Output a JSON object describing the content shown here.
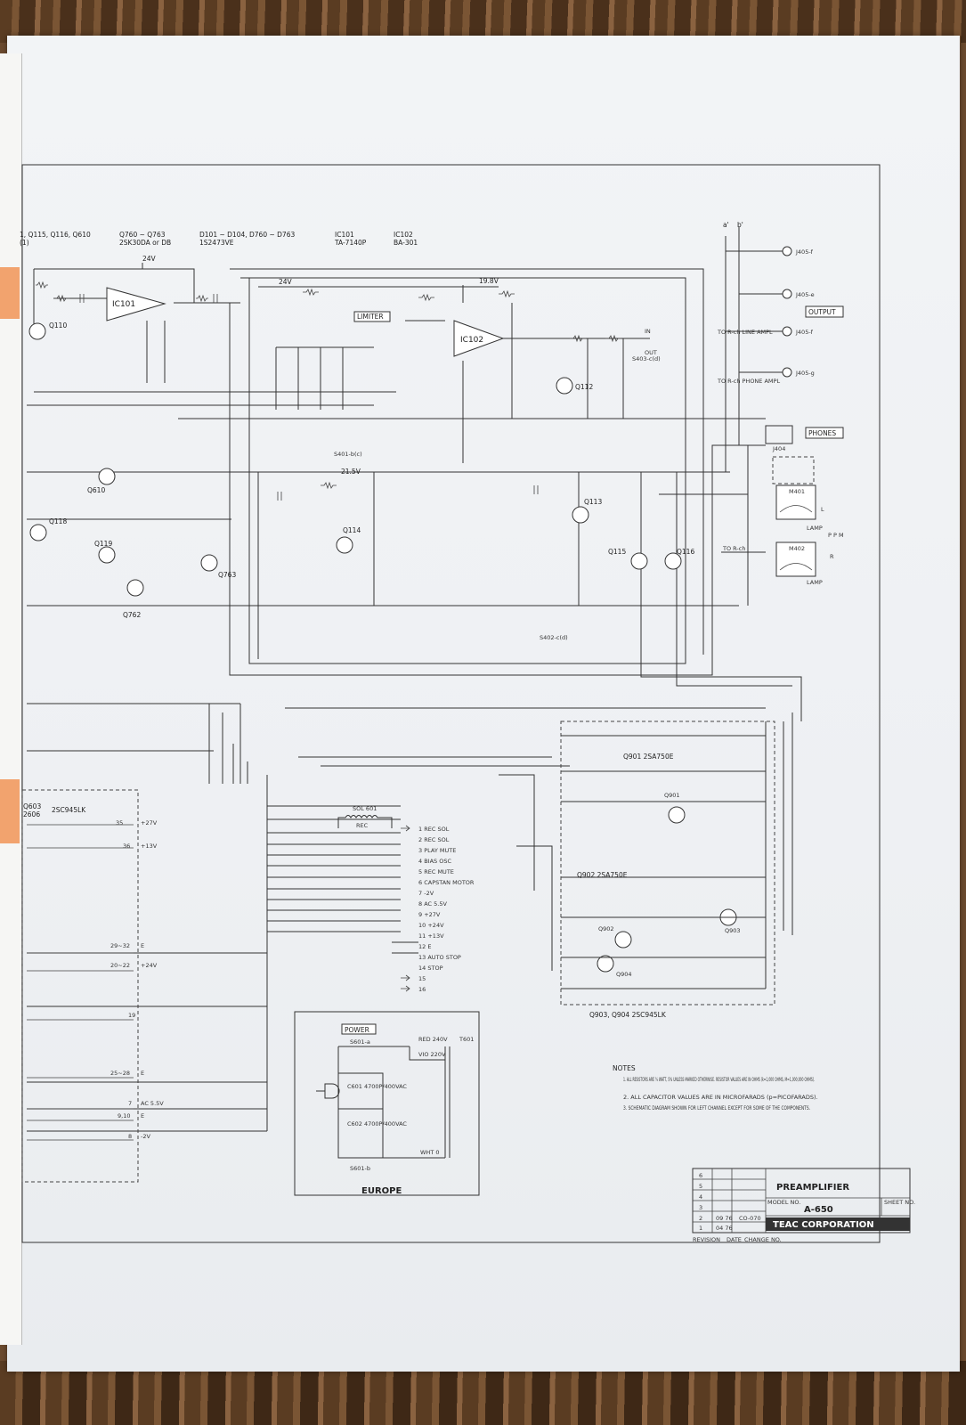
{
  "header": {
    "transistors_a": "1, Q115, Q116, Q610",
    "transistors_a_sub": "(1)",
    "transistors_b": "Q760 ~ Q763",
    "transistors_b_sub": "2SK30DA or DB",
    "diodes": "D101 ~ D104, D760 ~ D763",
    "diodes_sub": "1S2473VE",
    "ic101": "IC101",
    "ic101_sub": "TA-7140P",
    "ic102": "IC102",
    "ic102_sub": "BA-301"
  },
  "labels": {
    "limiter": "LIMITER",
    "output": "OUTPUT",
    "phones": "PHONES",
    "power": "POWER",
    "europe": "EUROPE",
    "to_rch_line": "TO R-ch LINE AMPL",
    "to_rch_phone": "TO R-ch PHONE AMPL",
    "to_rch": "TO R-ch",
    "ppm": "P P M",
    "lamp1": "LAMP",
    "lamp2": "LAMP",
    "m401": "M401",
    "m402": "M402",
    "j404": "J404",
    "q901_type": "Q901  2SA750E",
    "q902_type": "Q902  2SA750E",
    "q903_type": "Q903, Q904  2SC945LK",
    "q603_type": "2SC945LK",
    "q603": "Q603",
    "q606": "2606",
    "sol601": "SOL 601",
    "rec": "REC",
    "t601": "T601",
    "red": "RED 240V",
    "vio": "VIO 220V",
    "wht": "WHT  0",
    "s601a": "S601-a",
    "s601b": "S601-b",
    "c601": "C601 4700P/400VAC",
    "c602": "C602 4700P/400VAC",
    "v24": "24V",
    "v19_8": "19.8V",
    "v21_5": "21.5V",
    "ic101_label": "IC101",
    "ic102_label": "IC102",
    "q110": "Q110",
    "q118": "Q118",
    "q119": "Q119",
    "q610": "Q610",
    "q762": "Q762",
    "q763": "Q763",
    "q113": "Q113",
    "q114": "Q114",
    "q115": "Q115",
    "q116": "Q116",
    "q112": "Q112",
    "q901": "Q901",
    "q902": "Q902",
    "q903": "Q903",
    "q904": "Q904",
    "s401": "S401-b(c)",
    "s402": "S402-c(d)",
    "s403": "S403-c(d)",
    "in": "IN",
    "out": "OUT",
    "l": "L",
    "r": "R",
    "a_prime": "a'",
    "b_prime": "b'"
  },
  "connector_pins": [
    {
      "n": "1",
      "label": "REC SOL"
    },
    {
      "n": "2",
      "label": "REC SOL"
    },
    {
      "n": "3",
      "label": "PLAY MUTE"
    },
    {
      "n": "4",
      "label": "BIAS OSC"
    },
    {
      "n": "5",
      "label": "REC MUTE"
    },
    {
      "n": "6",
      "label": "CAPSTAN MOTOR"
    },
    {
      "n": "7",
      "label": "-2V"
    },
    {
      "n": "8",
      "label": "AC 5.5V"
    },
    {
      "n": "9",
      "label": "+27V"
    },
    {
      "n": "10",
      "label": "+24V"
    },
    {
      "n": "11",
      "label": "+13V"
    },
    {
      "n": "12",
      "label": "E"
    },
    {
      "n": "13",
      "label": "AUTO STOP"
    },
    {
      "n": "14",
      "label": "STOP"
    },
    {
      "n": "15",
      "label": ""
    },
    {
      "n": "16",
      "label": ""
    }
  ],
  "jacks": [
    "J405-f",
    "J405-e",
    "J405-f",
    "J405-g"
  ],
  "left_rail": [
    {
      "n": "35",
      "v": "+27V"
    },
    {
      "n": "36",
      "v": "+13V"
    },
    {
      "n": "29~32",
      "v": "E"
    },
    {
      "n": "20~22",
      "v": "+24V"
    },
    {
      "n": "19",
      "v": ""
    },
    {
      "n": "25~28",
      "v": "E"
    },
    {
      "n": "7",
      "v": "AC 5.5V"
    },
    {
      "n": "9,10",
      "v": "E"
    },
    {
      "n": "8",
      "v": "-2V"
    }
  ],
  "notes": {
    "title": "NOTES",
    "items": [
      "1. ALL RESISTORS ARE ¼ WATT, 5% UNLESS MARKED OTHERWISE. RESISTOR VALUES ARE IN OHMS (k=1,000 OHMS, M=1,000,000 OHMS).",
      "2. ALL CAPACITOR VALUES ARE IN MICROFARADS (p=PICOFARADS).",
      "3. SCHEMATIC DIAGRAM SHOWN FOR LEFT CHANNEL EXCEPT FOR SOME OF THE COMPONENTS."
    ]
  },
  "title_block": {
    "title": "PREAMPLIFIER",
    "model_label": "MODEL NO.",
    "model": "A-650",
    "sheet_label": "SHEET NO.",
    "company": "TEAC CORPORATION",
    "rev_headers": [
      "REVISION",
      "DATE",
      "CHANGE NO."
    ],
    "revisions": [
      {
        "rev": "6",
        "date": "",
        "change": ""
      },
      {
        "rev": "5",
        "date": "",
        "change": ""
      },
      {
        "rev": "4",
        "date": "",
        "change": ""
      },
      {
        "rev": "3",
        "date": "",
        "change": ""
      },
      {
        "rev": "2",
        "date": "09 76",
        "change": "CO-070"
      },
      {
        "rev": "1",
        "date": "04 76",
        "change": ""
      }
    ]
  }
}
